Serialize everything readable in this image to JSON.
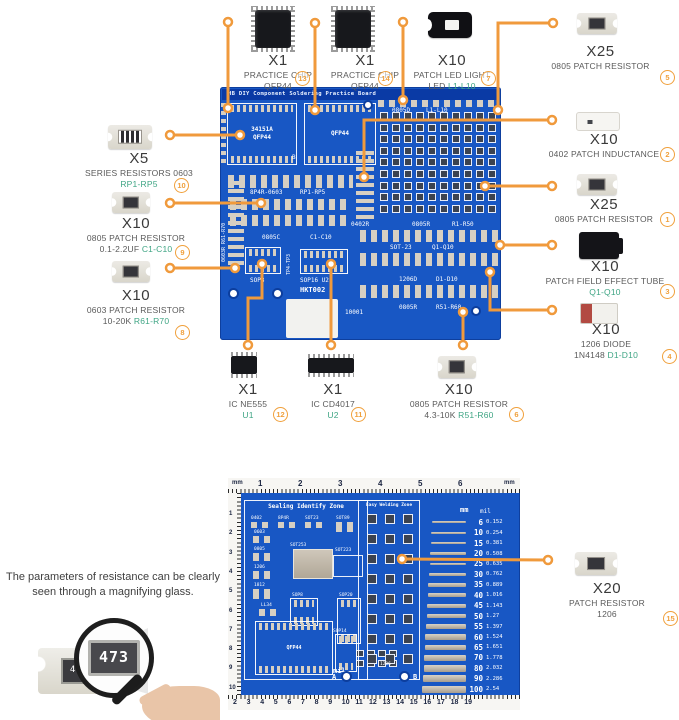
{
  "colors": {
    "accent_orange": "#F09A3C",
    "ref_teal": "#3FA584",
    "pcb_blue": "#1857C4",
    "pcb_header_blue": "#0A3AA5",
    "pad_silver": "#D6CFC2",
    "label_dark": "#3A3A3A",
    "label_gray": "#5A5A5A"
  },
  "callouts": [
    {
      "num": "13",
      "qty": "X1",
      "line1": "PRACTICE CHIP",
      "line2": "QFP44",
      "ref": ""
    },
    {
      "num": "14",
      "qty": "X1",
      "line1": "PRACTICE CHIP",
      "line2": "QFP44",
      "ref": ""
    },
    {
      "num": "7",
      "qty": "X10",
      "line1": "PATCH LED LIGHT",
      "line2": "LED",
      "ref": "L1-L10"
    },
    {
      "num": "5",
      "qty": "X25",
      "line1": "0805 PATCH RESISTOR",
      "line2": "",
      "ref": ""
    },
    {
      "num": "10",
      "qty": "X5",
      "line1": "SERIES RESISTORS 0603",
      "line2": "",
      "ref": "RP1-RP5"
    },
    {
      "num": "9",
      "qty": "X10",
      "line1": "0805 PATCH RESISTOR",
      "line2": "0.1-2.2UF",
      "ref": "C1-C10"
    },
    {
      "num": "8",
      "qty": "X10",
      "line1": "0603 PATCH RESISTOR",
      "line2": "10-20K",
      "ref": "R61-R70"
    },
    {
      "num": "2",
      "qty": "X10",
      "line1": "0402 PATCH INDUCTANCE",
      "line2": "",
      "ref": ""
    },
    {
      "num": "1",
      "qty": "X25",
      "line1": "0805 PATCH RESISTOR",
      "line2": "",
      "ref": ""
    },
    {
      "num": "3",
      "qty": "X10",
      "line1": "PATCH FIELD EFFECT TUBE",
      "line2": "",
      "ref": "Q1-Q10"
    },
    {
      "num": "4",
      "qty": "X10",
      "line1": "1206 DIODE",
      "line2": "1N4148",
      "ref": "D1-D10"
    },
    {
      "num": "12",
      "qty": "X1",
      "line1": "IC NE555",
      "line2": "",
      "ref": "U1"
    },
    {
      "num": "11",
      "qty": "X1",
      "line1": "IC CD4017",
      "line2": "",
      "ref": "U2"
    },
    {
      "num": "6",
      "qty": "X10",
      "line1": "0805 PATCH RESISTOR",
      "line2": "4.3-10K",
      "ref": "R51-R60"
    },
    {
      "num": "15",
      "qty": "X20",
      "line1": "PATCH RESISTOR",
      "line2": "1206",
      "ref": ""
    }
  ],
  "top_board": {
    "title": "HB DIY Component Soldering Practice Board",
    "qfp1_line1": "34151A",
    "qfp1_line2": "QFP44",
    "qfp2": "QFP44",
    "b_mark": "B",
    "silk_8p4r": "8P4R-0603",
    "silk_rp": "RP1-RP5",
    "silk_0805c": "0805C",
    "silk_c_ref": "C1-C10",
    "silk_led": "0805D",
    "silk_led_ref": "L1-L10",
    "silk_0402r": "0402R",
    "silk_0805r": "0805R",
    "silk_r_ref": "R1-R50",
    "silk_sot23": "SOT-23",
    "silk_q_ref": "Q1-Q10",
    "silk_1206d": "1206D",
    "silk_d_ref": "D1-D10",
    "silk_0805r2": "0805R",
    "silk_r_ref2": "R51-R60",
    "silk_sop8": "SOP8",
    "silk_sop16": "SOP16 U2",
    "silk_hkt": "HKT002",
    "silk_code": "10001",
    "silk_vert": "0603R R61-R70",
    "silk_tp": "TP4-TP3"
  },
  "bottom_board": {
    "zone1_title": "Sealing Identify Zone",
    "zone2_title": "Easy Welding Zone",
    "unit_mm": "mm",
    "unit_mil": "mil",
    "top_ruler": [
      "1",
      "2",
      "3",
      "4",
      "5",
      "6"
    ],
    "left_ruler": [
      "1",
      "2",
      "3",
      "4",
      "5",
      "6",
      "7",
      "8",
      "9",
      "10"
    ],
    "bottom_ruler": [
      "2",
      "3",
      "4",
      "5",
      "6",
      "7",
      "8",
      "9",
      "10",
      "11",
      "12",
      "13",
      "14",
      "15",
      "16",
      "17",
      "18",
      "19"
    ],
    "fp_row1": [
      "0402",
      "8P4R",
      "SOT23",
      "SOT89"
    ],
    "fp_left": [
      "0603",
      "0805",
      "1206",
      "1812"
    ],
    "fp_sot253": "SOT253",
    "fp_sot223": "SOT223",
    "fp_sop8": "SOP8",
    "fp_sop20": "SOP20",
    "fp_ll34": "LL34",
    "fp_qfp44": "QFP44",
    "fp_sop14": "SOP14",
    "hole_a": "A",
    "hole_b": "B",
    "fp_1206": "1206",
    "table": {
      "col_mm": "mm",
      "col_mil": "mil",
      "rows": [
        [
          "6",
          "0.152"
        ],
        [
          "10",
          "0.254"
        ],
        [
          "15",
          "0.381"
        ],
        [
          "20",
          "0.508"
        ],
        [
          "25",
          "0.635"
        ],
        [
          "30",
          "0.762"
        ],
        [
          "35",
          "0.889"
        ],
        [
          "40",
          "1.016"
        ],
        [
          "45",
          "1.143"
        ],
        [
          "50",
          "1.27"
        ],
        [
          "55",
          "1.397"
        ],
        [
          "60",
          "1.524"
        ],
        [
          "65",
          "1.651"
        ],
        [
          "70",
          "1.778"
        ],
        [
          "80",
          "2.032"
        ],
        [
          "90",
          "2.286"
        ],
        [
          "100",
          "2.54"
        ]
      ]
    }
  },
  "bottom_section": {
    "caption_line1": "The parameters of resistance can be clearly",
    "caption_line2": "seen through a magnifying glass.",
    "resistor_value": "473"
  }
}
